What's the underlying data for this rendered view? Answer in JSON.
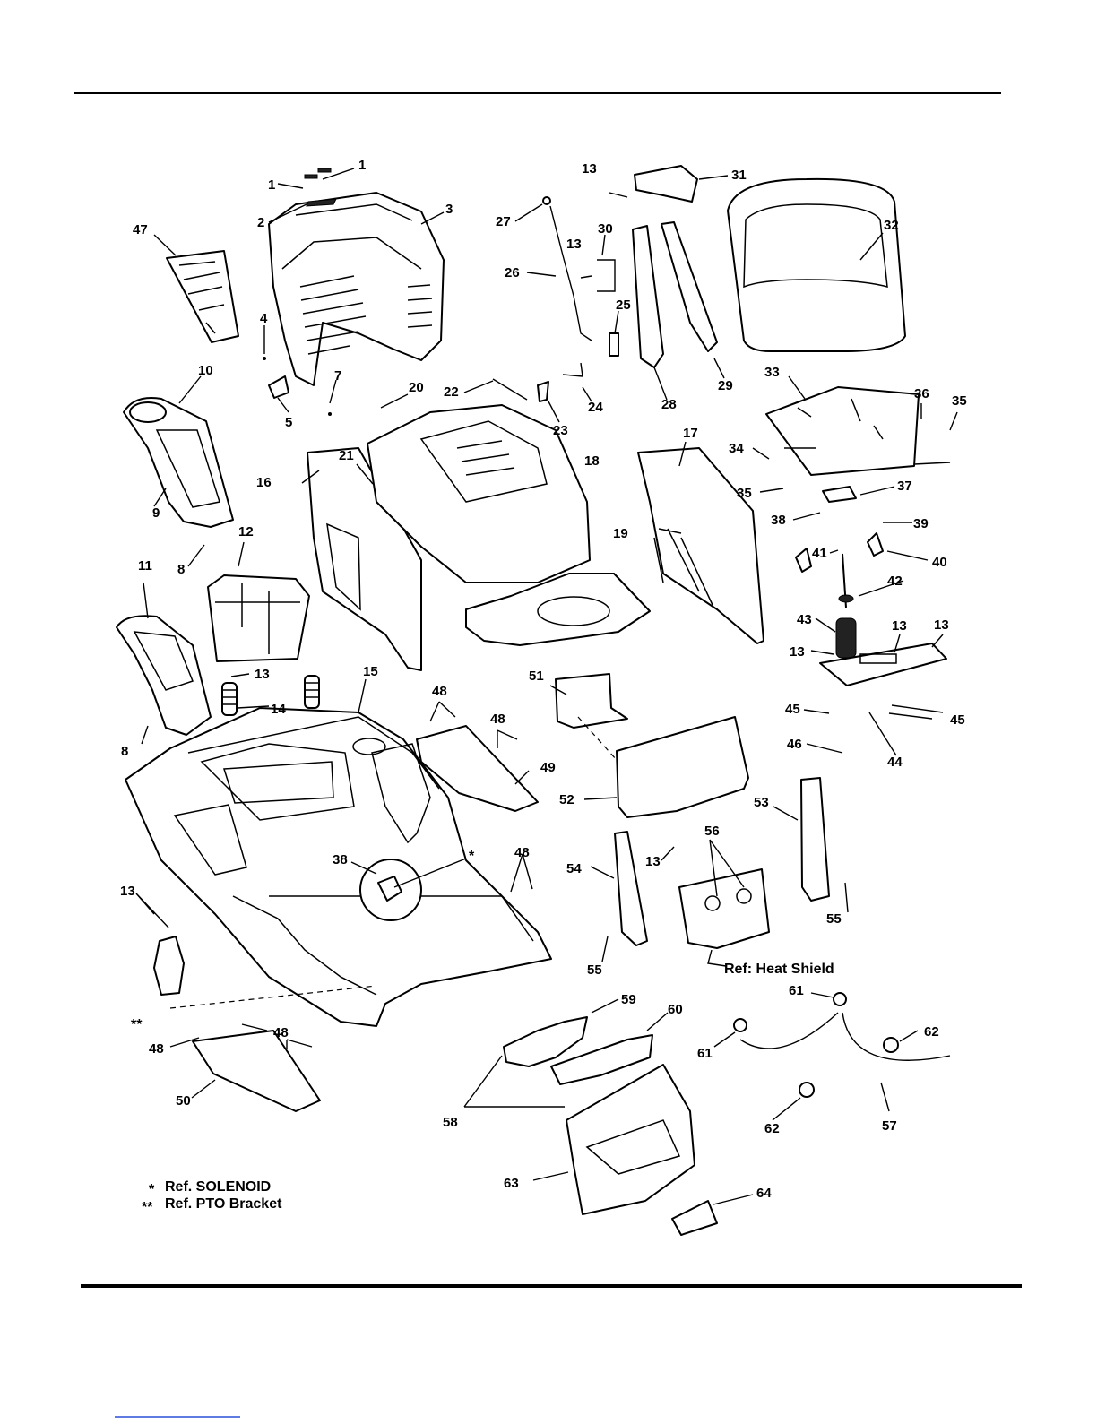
{
  "callouts": [
    "1",
    "1",
    "2",
    "3",
    "47",
    "4",
    "5",
    "7",
    "10",
    "9",
    "8",
    "12",
    "11",
    "8",
    "13",
    "14",
    "15",
    "16",
    "20",
    "21",
    "18",
    "22",
    "23",
    "24",
    "25",
    "26",
    "27",
    "30",
    "13",
    "13",
    "31",
    "28",
    "29",
    "32",
    "17",
    "33",
    "36",
    "35",
    "34",
    "35",
    "37",
    "38",
    "39",
    "40",
    "41",
    "42",
    "43",
    "13",
    "13",
    "13",
    "45",
    "45",
    "44",
    "46",
    "19",
    "48",
    "48",
    "49",
    "51",
    "52",
    "53",
    "54",
    "13",
    "56",
    "55",
    "55",
    "38",
    "48",
    "13",
    "48",
    "48",
    "50",
    "59",
    "60",
    "58",
    "61",
    "61",
    "62",
    "62",
    "57",
    "63",
    "64"
  ],
  "notes": {
    "ref_heat_shield": "Ref: Heat Shield",
    "solenoid_mark": "*",
    "solenoid_text": "Ref. SOLENOID",
    "pto_mark": "**",
    "pto_text": "Ref. PTO Bracket",
    "solenoid_callout": "*",
    "pto_callout": "**"
  }
}
